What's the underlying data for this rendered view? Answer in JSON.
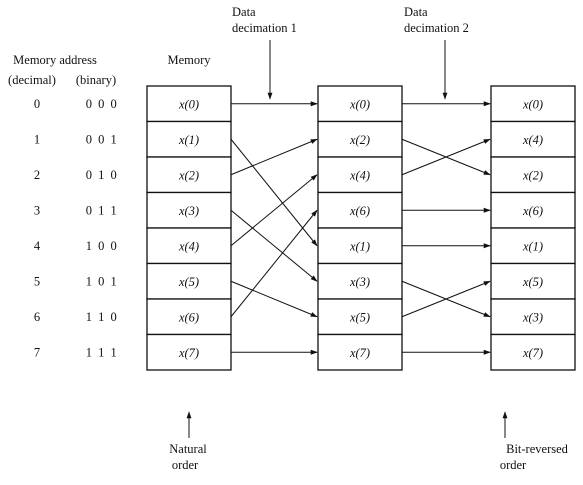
{
  "labels": {
    "memory_address": "Memory address",
    "decimal": "(decimal)",
    "binary": "(binary)",
    "memory": "Memory",
    "decimation1_line1": "Data",
    "decimation1_line2": "decimation 1",
    "decimation2_line1": "Data",
    "decimation2_line2": "decimation 2",
    "natural_line1": "Natural",
    "natural_line2": "order",
    "bitrev_line1": "Bit-reversed",
    "bitrev_line2": "order"
  },
  "addresses_decimal": [
    "0",
    "1",
    "2",
    "3",
    "4",
    "5",
    "6",
    "7"
  ],
  "addresses_binary": [
    "0 0 0",
    "0 0 1",
    "0 1 0",
    "0 1 1",
    "1 0 0",
    "1 0 1",
    "1 1 0",
    "1 1 1"
  ],
  "columns": [
    {
      "name": "memory",
      "cells": [
        "x(0)",
        "x(1)",
        "x(2)",
        "x(3)",
        "x(4)",
        "x(5)",
        "x(6)",
        "x(7)"
      ]
    },
    {
      "name": "decimation-1",
      "cells": [
        "x(0)",
        "x(2)",
        "x(4)",
        "x(6)",
        "x(1)",
        "x(3)",
        "x(5)",
        "x(7)"
      ]
    },
    {
      "name": "decimation-2",
      "cells": [
        "x(0)",
        "x(4)",
        "x(2)",
        "x(6)",
        "x(1)",
        "x(5)",
        "x(3)",
        "x(7)"
      ]
    }
  ],
  "stage1_map": [
    0,
    4,
    1,
    5,
    2,
    6,
    3,
    7
  ],
  "stage2_map": [
    0,
    2,
    1,
    3,
    4,
    6,
    5,
    7
  ]
}
